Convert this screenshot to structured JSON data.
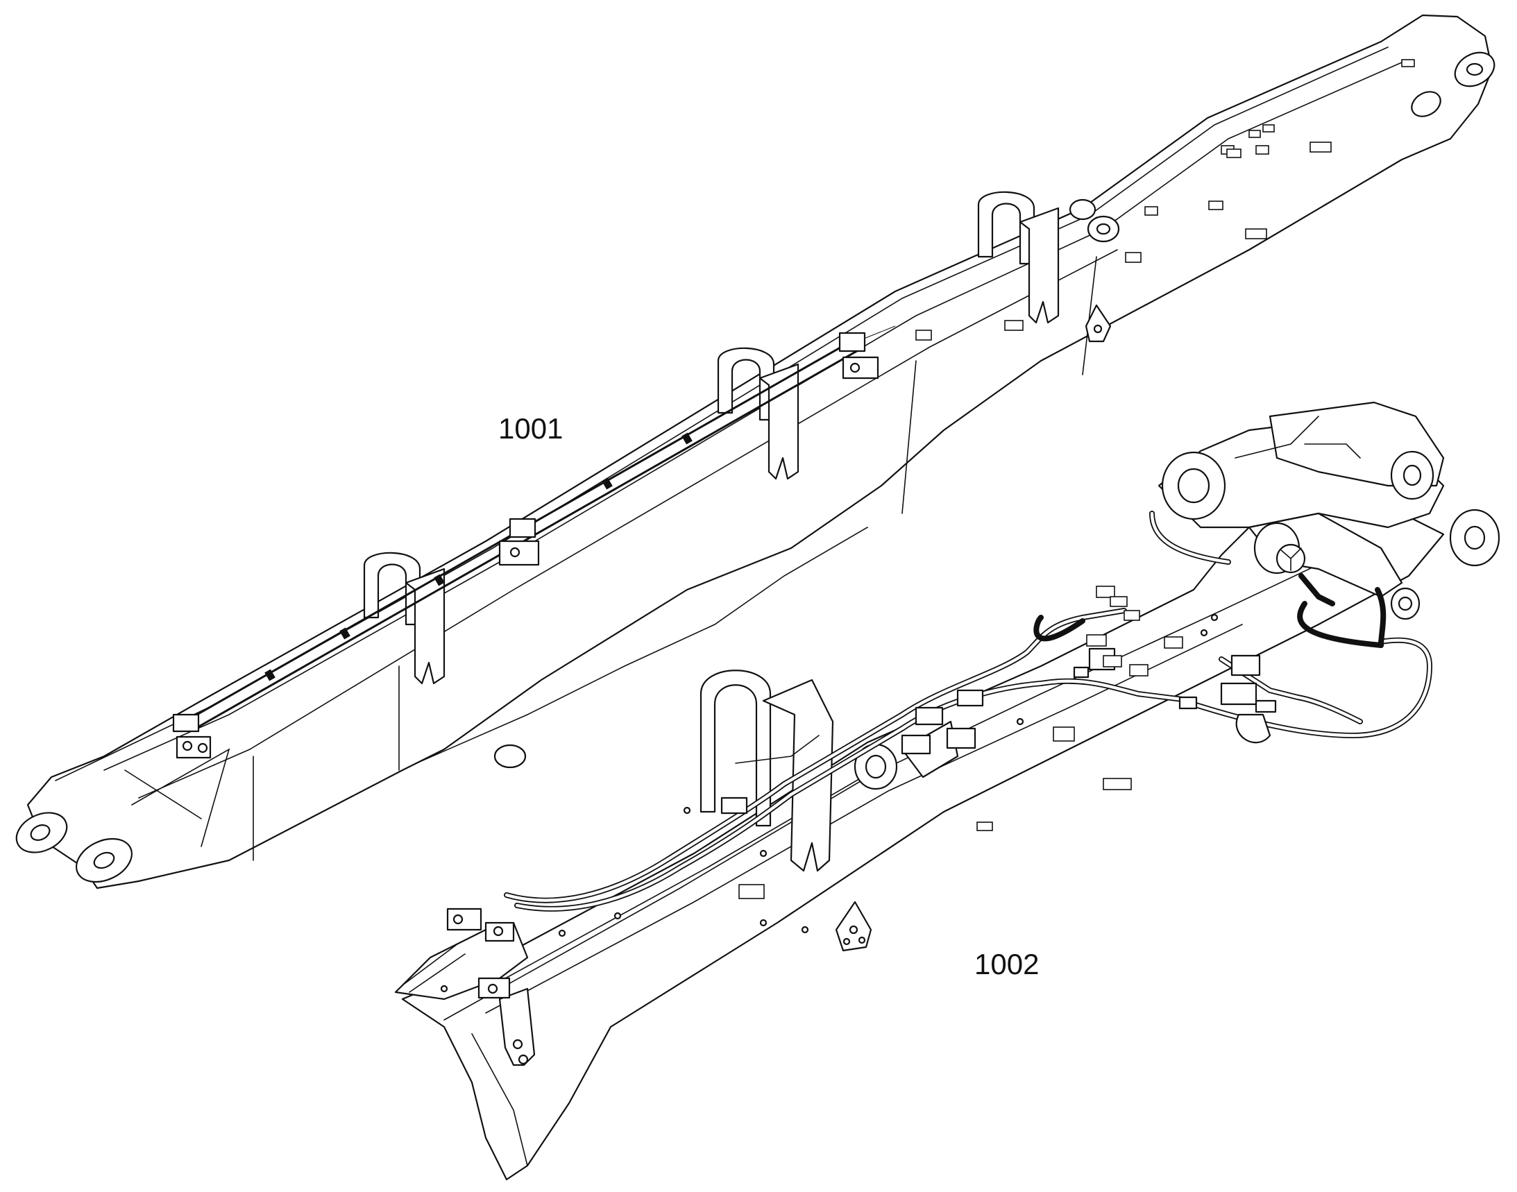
{
  "diagram": {
    "callouts": [
      {
        "id": "assembly-1001",
        "label": "1001"
      },
      {
        "id": "assembly-1002",
        "label": "1002"
      }
    ],
    "line_color": "#111111",
    "background": "#ffffff"
  }
}
